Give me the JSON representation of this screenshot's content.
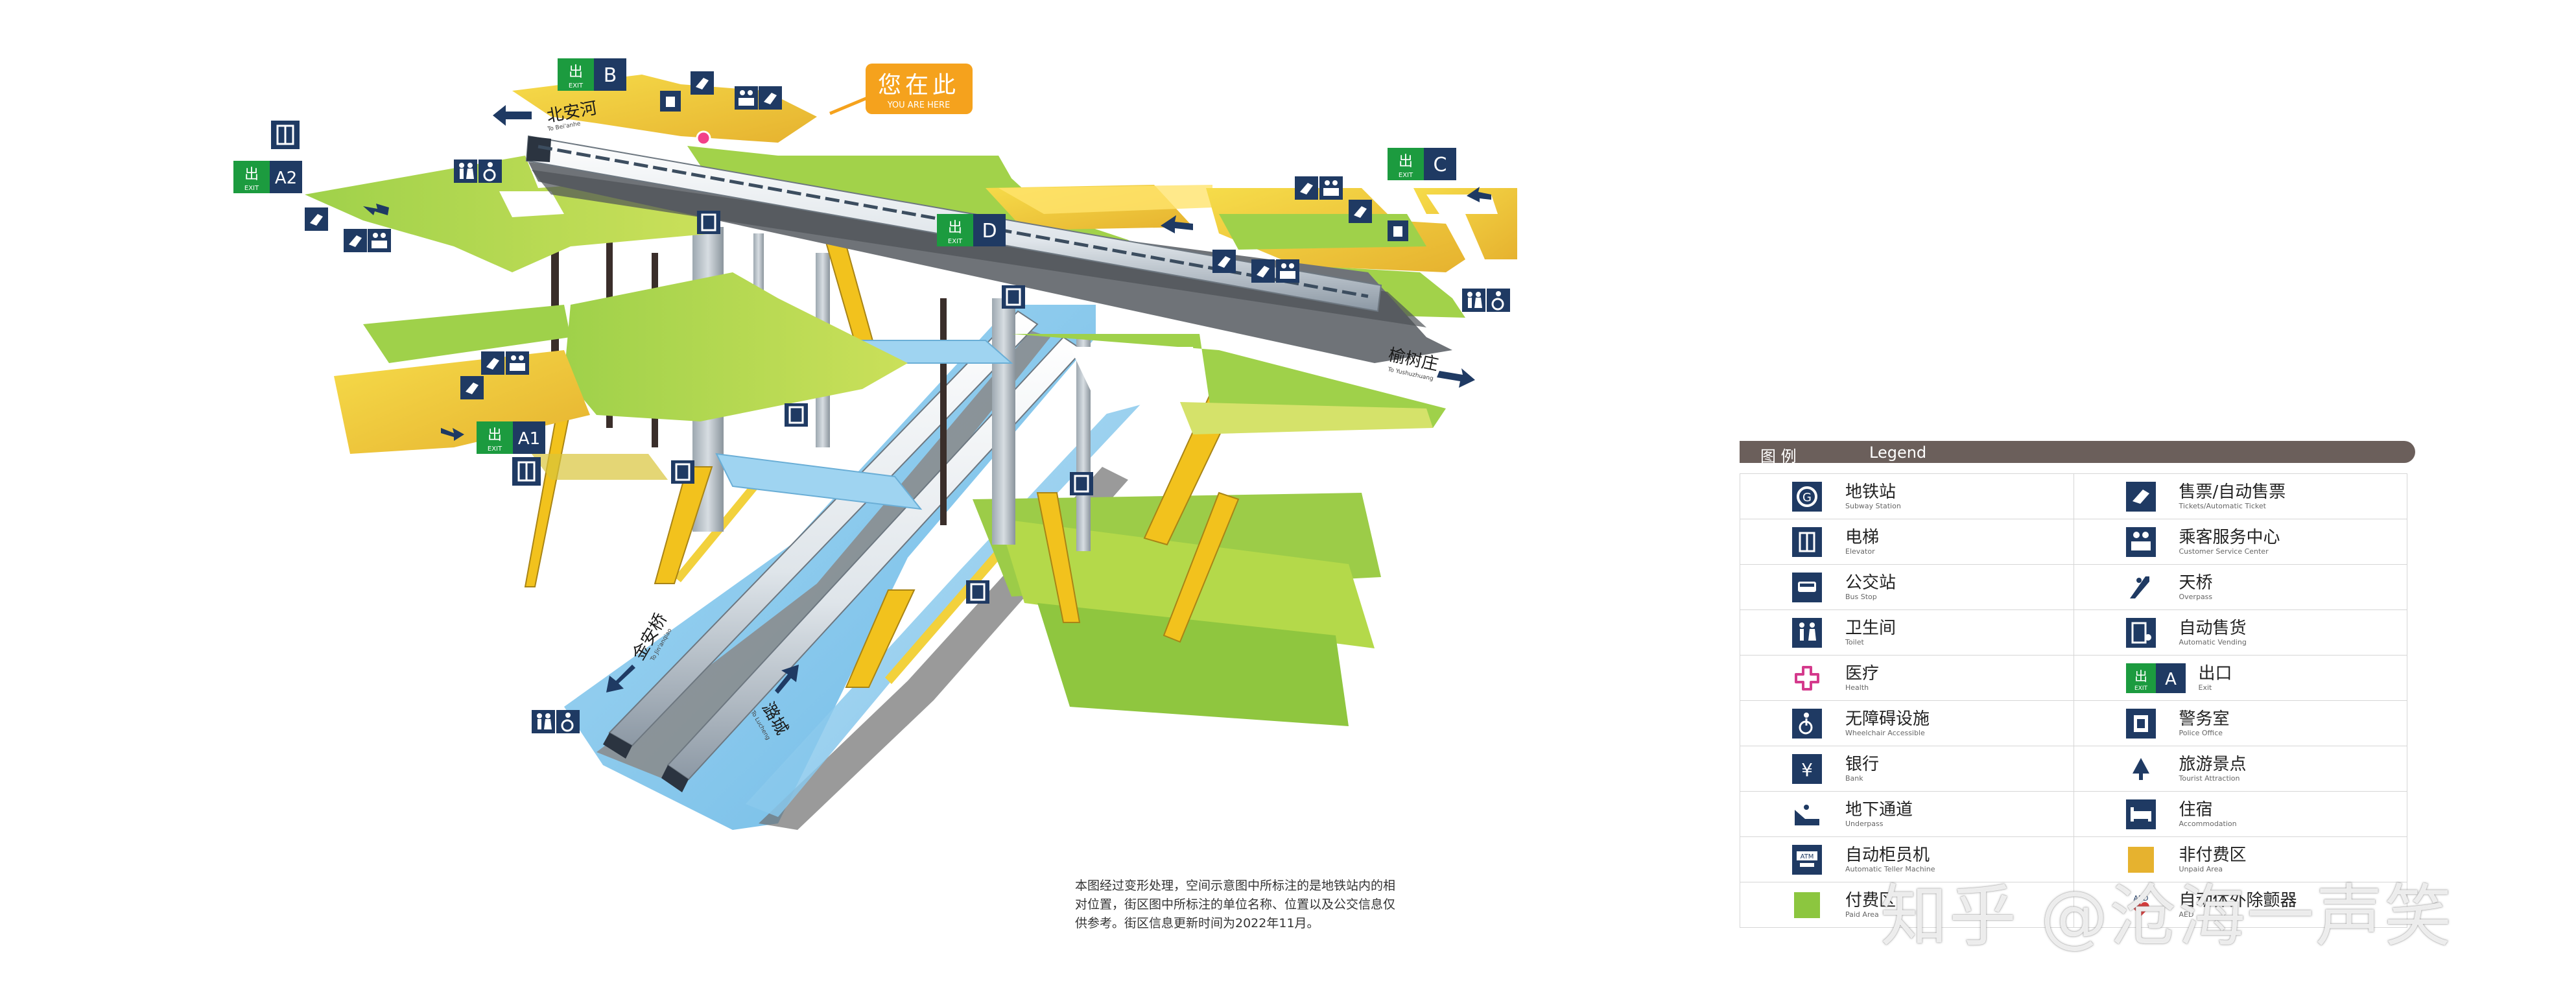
{
  "station_map": {
    "you_are_here_zh": "您在此",
    "you_are_here_en": "YOU ARE HERE",
    "exit_word": "EXIT",
    "exit_B": "B",
    "exit_C": "C",
    "exit_D": "D",
    "exit_A1": "A1",
    "exit_A2": "A2",
    "dir_beianhe": "北安河",
    "dir_beianhe_en": "To Bei'anhe",
    "dir_yushuzhuang": "榆树庄",
    "dir_yushuzhuang_en": "To Yushuzhuang",
    "dir_jinanqiao": "金安桥",
    "dir_jinanqiao_en": "To Jin'anqiao",
    "dir_lucheng": "潞城",
    "dir_lucheng_en": "To Lucheng"
  },
  "note": {
    "line1": "本图经过变形处理，空间示意图中所标注的是地铁站内的相",
    "line2": "对位置，街区图中所标注的单位名称、位置以及公交信息仅",
    "line3": "供参考。街区信息更新时间为2022年11月。"
  },
  "legend": {
    "title_zh": "图  例",
    "title_en": "Legend",
    "left": [
      {
        "zh": "地铁站",
        "en": "Subway Station",
        "icon": "subway-station-icon"
      },
      {
        "zh": "电梯",
        "en": "Elevator",
        "icon": "elevator-icon"
      },
      {
        "zh": "公交站",
        "en": "Bus Stop",
        "icon": "bus-stop-icon"
      },
      {
        "zh": "卫生间",
        "en": "Toilet",
        "icon": "toilet-icon"
      },
      {
        "zh": "医疗",
        "en": "Health",
        "icon": "health-icon"
      },
      {
        "zh": "无障碍设施",
        "en": "Wheelchair Accessible",
        "icon": "wheelchair-icon"
      },
      {
        "zh": "银行",
        "en": "Bank",
        "icon": "bank-icon"
      },
      {
        "zh": "地下通道",
        "en": "Underpass",
        "icon": "underpass-icon"
      },
      {
        "zh": "自动柜员机",
        "en": "Automatic Teller Machine",
        "icon": "atm-icon"
      },
      {
        "zh": "付费区",
        "en": "Paid Area",
        "icon": "paid-area-icon"
      }
    ],
    "right": [
      {
        "zh": "售票/自动售票",
        "en": "Tickets/Automatic Ticket",
        "icon": "ticket-icon"
      },
      {
        "zh": "乘客服务中心",
        "en": "Customer Service Center",
        "icon": "customer-service-icon"
      },
      {
        "zh": "天桥",
        "en": "Overpass",
        "icon": "overpass-icon"
      },
      {
        "zh": "自动售货",
        "en": "Automatic Vending",
        "icon": "vending-icon"
      },
      {
        "zh": "出口",
        "en": "Exit",
        "icon": "exit-icon"
      },
      {
        "zh": "警务室",
        "en": "Police Office",
        "icon": "police-icon"
      },
      {
        "zh": "旅游景点",
        "en": "Tourist Attraction",
        "icon": "tourist-icon"
      },
      {
        "zh": "住宿",
        "en": "Accommodation",
        "icon": "accommodation-icon"
      },
      {
        "zh": "非付费区",
        "en": "Unpaid Area",
        "icon": "unpaid-area-icon"
      },
      {
        "zh": "自动体外除颤器",
        "en": "AED",
        "icon": "aed-icon"
      }
    ],
    "exit_sample_letter": "A",
    "atm_label": "ATM",
    "aed_label": "AED"
  },
  "watermark": "知乎 @沧海一声笑",
  "colors": {
    "unpaid": "#f2d13c",
    "paid": "#8cc63f",
    "track_blue": "#7cc4ea",
    "icon_navy": "#1f3a63",
    "exit_green": "#1c9b3f",
    "you_are_here": "#f5a21d",
    "legend_bar": "#6b5f5b"
  }
}
